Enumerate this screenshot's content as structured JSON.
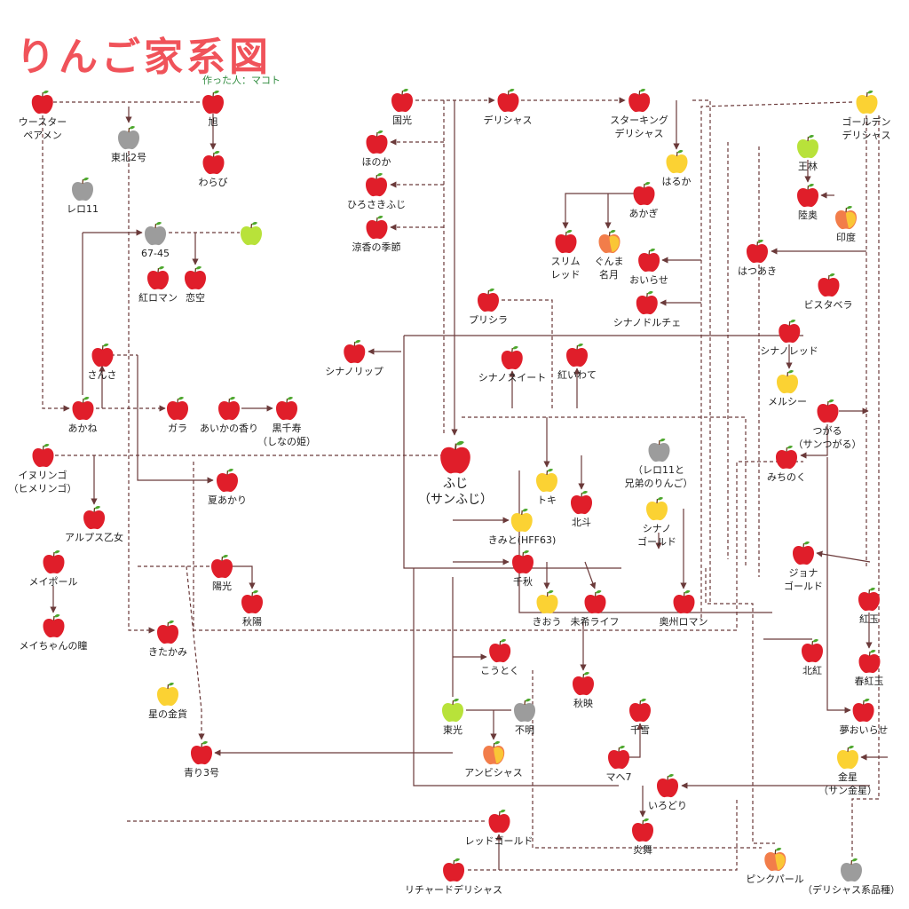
{
  "title": "りんご家系図",
  "author": "作った人：マコト",
  "colors": {
    "red": "#e01e2a",
    "gray": "#9c9c9c",
    "yellow": "#fbd233",
    "green": "#b8e23a",
    "pink": "#f6a25a",
    "line": "#6b3a3a",
    "leaf": "#4ea72e"
  },
  "apples": {
    "worcester": {
      "label": "ウースター",
      "sub": "ペアメン",
      "color": "red"
    },
    "tohoku2": {
      "label": "東北2号",
      "sub": "",
      "color": "gray"
    },
    "asahi": {
      "label": "旭",
      "sub": "",
      "color": "red"
    },
    "warabi": {
      "label": "わらび",
      "sub": "",
      "color": "red"
    },
    "rero11": {
      "label": "レロ11",
      "sub": "",
      "color": "gray"
    },
    "n6745": {
      "label": "67-45",
      "sub": "",
      "color": "gray"
    },
    "green1": {
      "label": "",
      "sub": "",
      "color": "green"
    },
    "beniroman": {
      "label": "紅ロマン",
      "sub": "",
      "color": "red"
    },
    "koizora": {
      "label": "恋空",
      "sub": "",
      "color": "red"
    },
    "sansa": {
      "label": "さんさ",
      "sub": "",
      "color": "red"
    },
    "akane": {
      "label": "あかね",
      "sub": "",
      "color": "red"
    },
    "gala": {
      "label": "ガラ",
      "sub": "",
      "color": "red"
    },
    "aikanokaori": {
      "label": "あいかの香り",
      "sub": "",
      "color": "red"
    },
    "kurosenju": {
      "label": "黒千寿",
      "sub": "（しなの姫）",
      "color": "red"
    },
    "inuringo": {
      "label": "イヌリンゴ",
      "sub": "（ヒメリンゴ）",
      "color": "red"
    },
    "natsuakari": {
      "label": "夏あかり",
      "sub": "",
      "color": "red"
    },
    "alps": {
      "label": "アルプス乙女",
      "sub": "",
      "color": "red"
    },
    "maypole": {
      "label": "メイポール",
      "sub": "",
      "color": "red"
    },
    "meichan": {
      "label": "メイちゃんの瞳",
      "sub": "",
      "color": "red"
    },
    "yoko": {
      "label": "陽光",
      "sub": "",
      "color": "red"
    },
    "shuyo": {
      "label": "秋陽",
      "sub": "",
      "color": "red"
    },
    "kitakami": {
      "label": "きたかみ",
      "sub": "",
      "color": "red"
    },
    "hoshinokinka": {
      "label": "星の金貨",
      "sub": "",
      "color": "yellow"
    },
    "aori3": {
      "label": "青り3号",
      "sub": "",
      "color": "red"
    },
    "kokko": {
      "label": "国光",
      "sub": "",
      "color": "red"
    },
    "honoka": {
      "label": "ほのか",
      "sub": "",
      "color": "red"
    },
    "hirosaki": {
      "label": "ひろさきふじ",
      "sub": "",
      "color": "red"
    },
    "ryoka": {
      "label": "涼香の季節",
      "sub": "",
      "color": "red"
    },
    "shinanolip": {
      "label": "シナノリップ",
      "sub": "",
      "color": "red"
    },
    "fuji": {
      "label": "ふじ",
      "sub": "（サンふじ）",
      "color": "red"
    },
    "delicious": {
      "label": "デリシャス",
      "sub": "",
      "color": "red"
    },
    "starking": {
      "label": "スターキング",
      "sub": "デリシャス",
      "color": "red"
    },
    "haruka": {
      "label": "はるか",
      "sub": "",
      "color": "yellow"
    },
    "akagi": {
      "label": "あかぎ",
      "sub": "",
      "color": "red"
    },
    "slimred": {
      "label": "スリム",
      "sub": "レッド",
      "color": "red"
    },
    "gunmameigetsu": {
      "label": "ぐんま",
      "sub": "名月",
      "color": "pink"
    },
    "oirase": {
      "label": "おいらせ",
      "sub": "",
      "color": "red"
    },
    "shinanodolce": {
      "label": "シナノドルチェ",
      "sub": "",
      "color": "red"
    },
    "golden": {
      "label": "ゴールデン",
      "sub": "デリシャス",
      "color": "yellow"
    },
    "orin": {
      "label": "王林",
      "sub": "",
      "color": "green"
    },
    "mutsu": {
      "label": "陸奥",
      "sub": "",
      "color": "red"
    },
    "indo": {
      "label": "印度",
      "sub": "",
      "color": "pink"
    },
    "hatsuaki": {
      "label": "はつあき",
      "sub": "",
      "color": "red"
    },
    "bisutabera": {
      "label": "ビスタベラ",
      "sub": "",
      "color": "red"
    },
    "shinanored": {
      "label": "シナノレッド",
      "sub": "",
      "color": "red"
    },
    "mercy": {
      "label": "メルシー",
      "sub": "",
      "color": "yellow"
    },
    "priscilla": {
      "label": "プリシラ",
      "sub": "",
      "color": "red"
    },
    "shinanosweet": {
      "label": "シナノスイート",
      "sub": "",
      "color": "red"
    },
    "beniiwate": {
      "label": "紅いわて",
      "sub": "",
      "color": "red"
    },
    "tsugaru": {
      "label": "つがる",
      "sub": "（サンつがる）",
      "color": "red"
    },
    "michinoku": {
      "label": "みちのく",
      "sub": "",
      "color": "red"
    },
    "rero11sib": {
      "label": "（レロ11と",
      "sub": "兄弟のりんご）",
      "color": "gray"
    },
    "toki": {
      "label": "トキ",
      "sub": "",
      "color": "yellow"
    },
    "hokuto": {
      "label": "北斗",
      "sub": "",
      "color": "red"
    },
    "kimito": {
      "label": "きみと(HFF63)",
      "sub": "",
      "color": "yellow"
    },
    "shinanogold": {
      "label": "シナノ",
      "sub": "ゴールド",
      "color": "yellow"
    },
    "senshu": {
      "label": "千秋",
      "sub": "",
      "color": "red"
    },
    "jonagold": {
      "label": "ジョナ",
      "sub": "ゴールド",
      "color": "red"
    },
    "kioh": {
      "label": "きおう",
      "sub": "",
      "color": "yellow"
    },
    "mikilife": {
      "label": "未希ライフ",
      "sub": "",
      "color": "red"
    },
    "oshuroman": {
      "label": "奥州ロマン",
      "sub": "",
      "color": "red"
    },
    "kogyoku": {
      "label": "紅玉",
      "sub": "",
      "color": "red"
    },
    "hokko": {
      "label": "北紅",
      "sub": "",
      "color": "red"
    },
    "harukogyoku": {
      "label": "春紅玉",
      "sub": "",
      "color": "red"
    },
    "kotoku": {
      "label": "こうとく",
      "sub": "",
      "color": "red"
    },
    "shuei": {
      "label": "秋映",
      "sub": "",
      "color": "red"
    },
    "toko": {
      "label": "東光",
      "sub": "",
      "color": "green"
    },
    "fumei": {
      "label": "不明",
      "sub": "",
      "color": "gray"
    },
    "ambrosia": {
      "label": "アンビシャス",
      "sub": "",
      "color": "pink"
    },
    "yumeoirase": {
      "label": "夢おいらせ",
      "sub": "",
      "color": "red"
    },
    "chiyuki": {
      "label": "千雪",
      "sub": "",
      "color": "red"
    },
    "mahe7": {
      "label": "マヘ7",
      "sub": "",
      "color": "red"
    },
    "kinsei": {
      "label": "金星",
      "sub": "（サン金星）",
      "color": "yellow"
    },
    "irodori": {
      "label": "いろどり",
      "sub": "",
      "color": "red"
    },
    "enbu": {
      "label": "炎舞",
      "sub": "",
      "color": "red"
    },
    "redgold": {
      "label": "レッドゴールド",
      "sub": "",
      "color": "red"
    },
    "richard": {
      "label": "リチャードデリシャス",
      "sub": "",
      "color": "red"
    },
    "pinkpearl": {
      "label": "ピンクパール",
      "sub": "",
      "color": "pink"
    },
    "deliciousseed": {
      "label": "",
      "sub": "（デリシャス系品種）",
      "color": "gray"
    }
  }
}
